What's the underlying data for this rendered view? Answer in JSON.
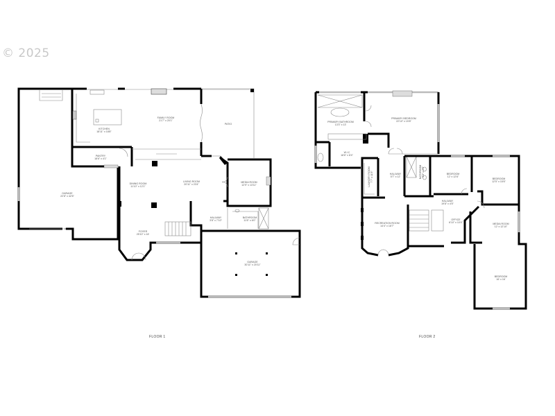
{
  "watermark": {
    "text": "© 2025"
  },
  "floor1": {
    "label": "FLOOR 1",
    "rooms": [
      {
        "name": "KITCHEN",
        "dims": "18'11\" x 18'8\""
      },
      {
        "name": "FAMILY ROOM",
        "dims": "21'7\" x 20'1\""
      },
      {
        "name": "PATIO",
        "dims": ""
      },
      {
        "name": "PANTRY",
        "dims": "18'6\" x 4'1\""
      },
      {
        "name": "GARAGE",
        "dims": "22'8\" x 42'6\""
      },
      {
        "name": "DINING ROOM",
        "dims": "11'10\" x 12'1\""
      },
      {
        "name": "LIVING ROOM",
        "dims": "20'11\" x 23'4\""
      },
      {
        "name": "MEDIA ROOM",
        "dims": "12'9\" x 13'11\""
      },
      {
        "name": "HALLWAY",
        "dims": "3'8\" x 7'10\""
      },
      {
        "name": "BATHROOM",
        "dims": "11'6\" x 6'0\""
      },
      {
        "name": "FOYER",
        "dims": "25'10\" x 16'"
      },
      {
        "name": "GARAGE",
        "dims": "30'11\" x 20'11\""
      }
    ]
  },
  "floor2": {
    "label": "FLOOR 2",
    "rooms": [
      {
        "name": "PRIMARY BATHROOM",
        "dims": "13'3\" x 13'"
      },
      {
        "name": "PRIMARY BEDROOM",
        "dims": "22'10\" x 19'8\""
      },
      {
        "name": "W.I.C",
        "dims": "18'6\" x 8'4\""
      },
      {
        "name": "LAUNDRY ROOM",
        "dims": "7'7\" x 11'5\""
      },
      {
        "name": "HALLWAY",
        "dims": "5'7\" x 12'"
      },
      {
        "name": "BATHROOM",
        "dims": "9'8\" x 4'9\""
      },
      {
        "name": "BEDROOM",
        "dims": "12' x 12'6\""
      },
      {
        "name": "BEDROOM",
        "dims": "12'5\" x 15'6\""
      },
      {
        "name": "HALLWAY",
        "dims": "19'8\" x 4'5\""
      },
      {
        "name": "RECREATION ROOM",
        "dims": "14'4\" x 18'7\""
      },
      {
        "name": "OFFICE",
        "dims": "6'10\" x 10'4\""
      },
      {
        "name": "MEDIA ROOM",
        "dims": "12' x 12'10\""
      },
      {
        "name": "BEDROOM",
        "dims": "16' x 16'"
      }
    ]
  }
}
